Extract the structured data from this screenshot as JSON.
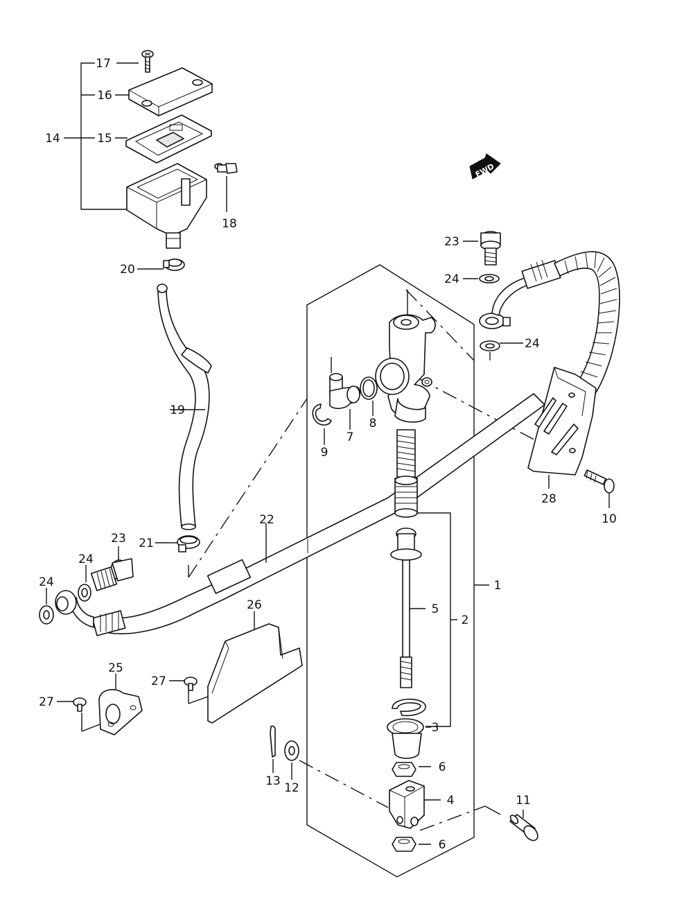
{
  "callouts": {
    "c1": "1",
    "c2": "2",
    "c3": "3",
    "c4": "4",
    "c5": "5",
    "c6a": "6",
    "c6b": "6",
    "c7": "7",
    "c8": "8",
    "c9": "9",
    "c10": "10",
    "c11": "11",
    "c12": "12",
    "c13": "13",
    "c14": "14",
    "c15": "15",
    "c16": "16",
    "c17": "17",
    "c18": "18",
    "c19": "19",
    "c20": "20",
    "c21": "21",
    "c22": "22",
    "c23a": "23",
    "c23b": "23",
    "c24a": "24",
    "c24b": "24",
    "c24c": "24",
    "c24d": "24",
    "c25": "25",
    "c26": "26",
    "c27a": "27",
    "c27b": "27",
    "c28": "28"
  },
  "fwd_label": "FWD",
  "icons": {
    "fwd": "fwd-arrow-icon"
  }
}
